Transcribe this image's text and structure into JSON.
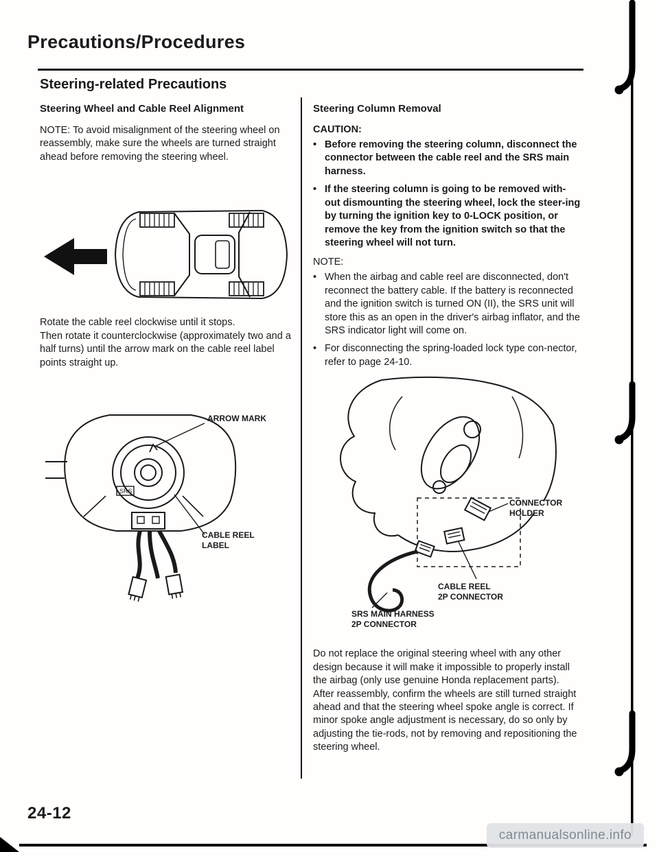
{
  "page": {
    "header": "Precautions/Procedures",
    "section_title": "Steering-related Precautions",
    "page_number": "24-12",
    "watermark": "carmanualsonline.info"
  },
  "left_column": {
    "heading": "Steering Wheel and Cable Reel Alignment",
    "note_paragraph": "NOTE: To avoid misalignment of the steering wheel on reassembly, make sure the wheels are turned straight ahead before removing the steering wheel.",
    "rotate_paragraph": "Rotate the cable reel clockwise until it stops.\nThen rotate it counterclockwise (approximately two and a half turns) until the arrow mark on the cable reel label points straight up.",
    "diagram_labels": {
      "srs": "SRS",
      "arrow_mark": "ARROW MARK",
      "cable_reel_label": "CABLE REEL\nLABEL"
    }
  },
  "right_column": {
    "heading": "Steering Column Removal",
    "caution_title": "CAUTION:",
    "caution_items": [
      "Before removing the steering column, disconnect the connector between the cable reel and the SRS main harness.",
      "If the steering column is going to be removed with-out dismounting the steering wheel, lock the steer-ing by turning the ignition key to 0-LOCK position, or remove the key from the ignition switch so that the steering wheel will not turn."
    ],
    "note_title": "NOTE:",
    "note_items": [
      "When the airbag and cable reel are disconnected, don't reconnect the battery cable. If the battery is reconnected and the ignition switch is turned ON (II), the SRS unit will store this as an open in the driver's airbag inflator, and the SRS indicator light will come on.",
      "For disconnecting the spring-loaded lock type con-nector, refer to page 24-10."
    ],
    "diagram_labels": {
      "connector_holder": "CONNECTOR\nHOLDER",
      "cable_reel_2p": "CABLE REEL\n2P CONNECTOR",
      "srs_main_harness_2p": "SRS MAIN HARNESS\n2P CONNECTOR"
    },
    "paragraph_replace": "Do not replace the original steering wheel with any other design because it will make it impossible to properly install the airbag (only use genuine Honda replacement parts).",
    "paragraph_reassembly": "After reassembly, confirm the wheels are still turned straight ahead and that the steering wheel spoke angle is correct. If minor spoke angle adjustment is necessary, do so only by adjusting the tie-rods, not by removing and repositioning the steering wheel."
  }
}
